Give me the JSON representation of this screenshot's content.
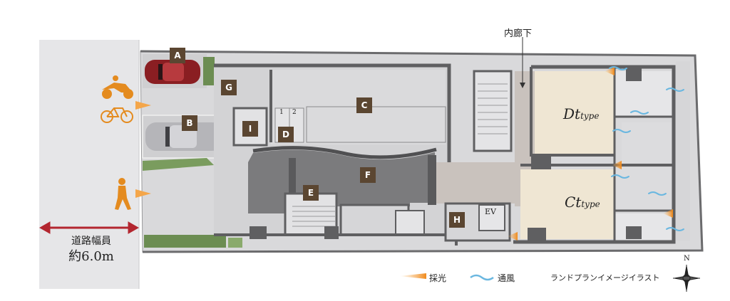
{
  "labels": {
    "A": "A",
    "B": "B",
    "C": "C",
    "D": "D",
    "E": "E",
    "F": "F",
    "G": "G",
    "H": "H",
    "I": "I"
  },
  "units": {
    "dt_main": "Dt",
    "dt_sub": "type",
    "ct_main": "Ct",
    "ct_sub": "type"
  },
  "annotations": {
    "corridor": "内廊下",
    "elevator": "EV",
    "slot_1": "1",
    "slot_2": "2",
    "road_width_label": "道路幅員",
    "road_width_value": "約6.0m"
  },
  "legend": {
    "light": "採光",
    "wind": "通風",
    "note": "ランドプランイメージイラスト",
    "compass": "N"
  },
  "colors": {
    "road": "#e6e6e8",
    "site": "#d9d9db",
    "wall": "#5f5f61",
    "inner": "#ececed",
    "dark_plaza": "#7b7b7d",
    "unit_fill": "#efe6d3",
    "hall": "#c9c2bd",
    "tag": "#5b4631",
    "arrow_orange": "#e48b1f",
    "arrow_road": "#b3262f",
    "wind_blue": "#6ab7e0"
  }
}
